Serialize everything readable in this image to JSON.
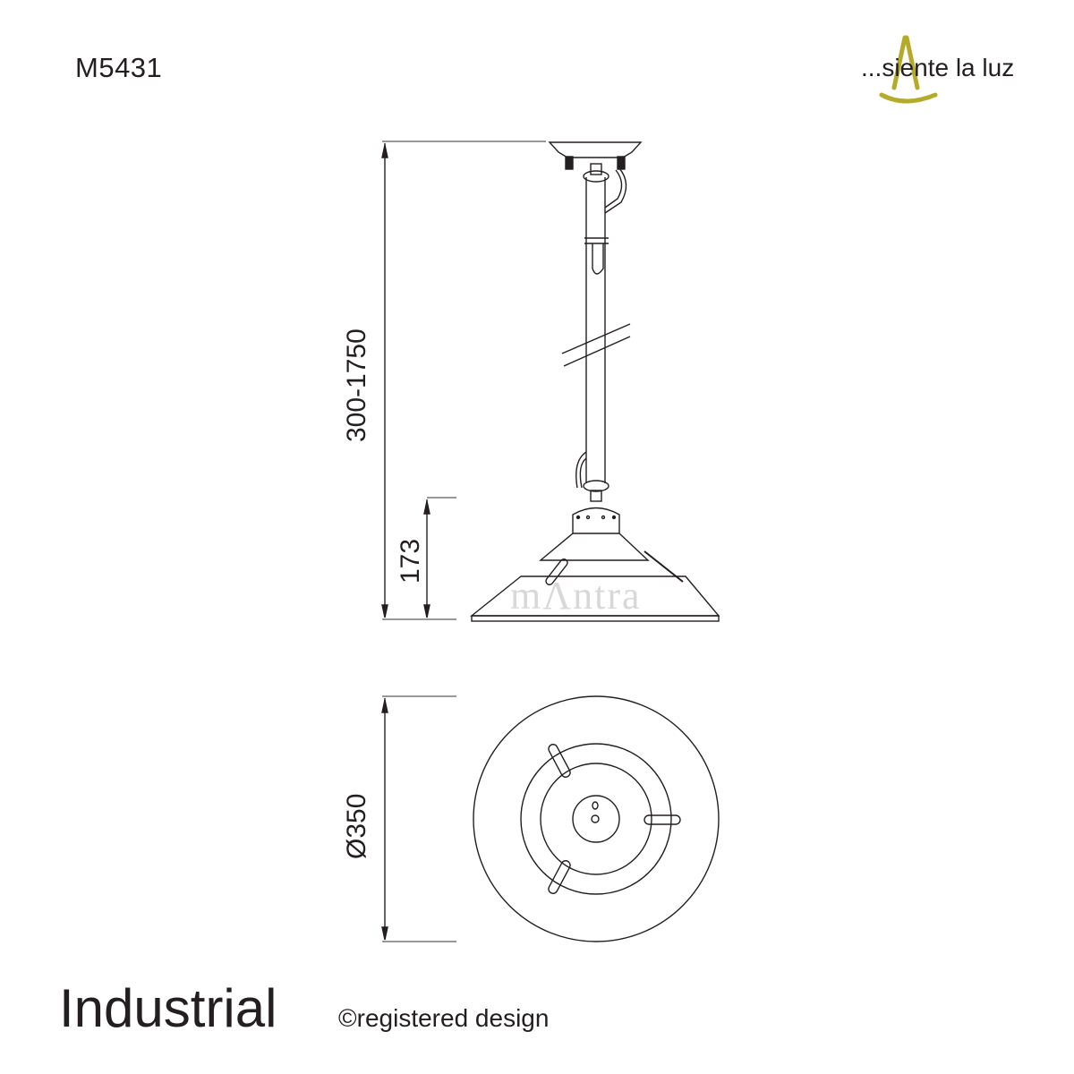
{
  "header": {
    "model_code": "M5431",
    "brand": {
      "logo_icon": "mantra-lambda-smile-logo",
      "tagline": "...siente la luz",
      "logo_color": "#b5ab2a"
    }
  },
  "drawing": {
    "side_view": {
      "dimensions": {
        "total_height": "300-1750",
        "shade_height": "173"
      },
      "watermark": "mAntra"
    },
    "bottom_view": {
      "dimensions": {
        "diameter": "Ø350"
      }
    },
    "line_color": "#231f20"
  },
  "footer": {
    "product_name": "Industrial",
    "registered_design": "©registered design"
  }
}
